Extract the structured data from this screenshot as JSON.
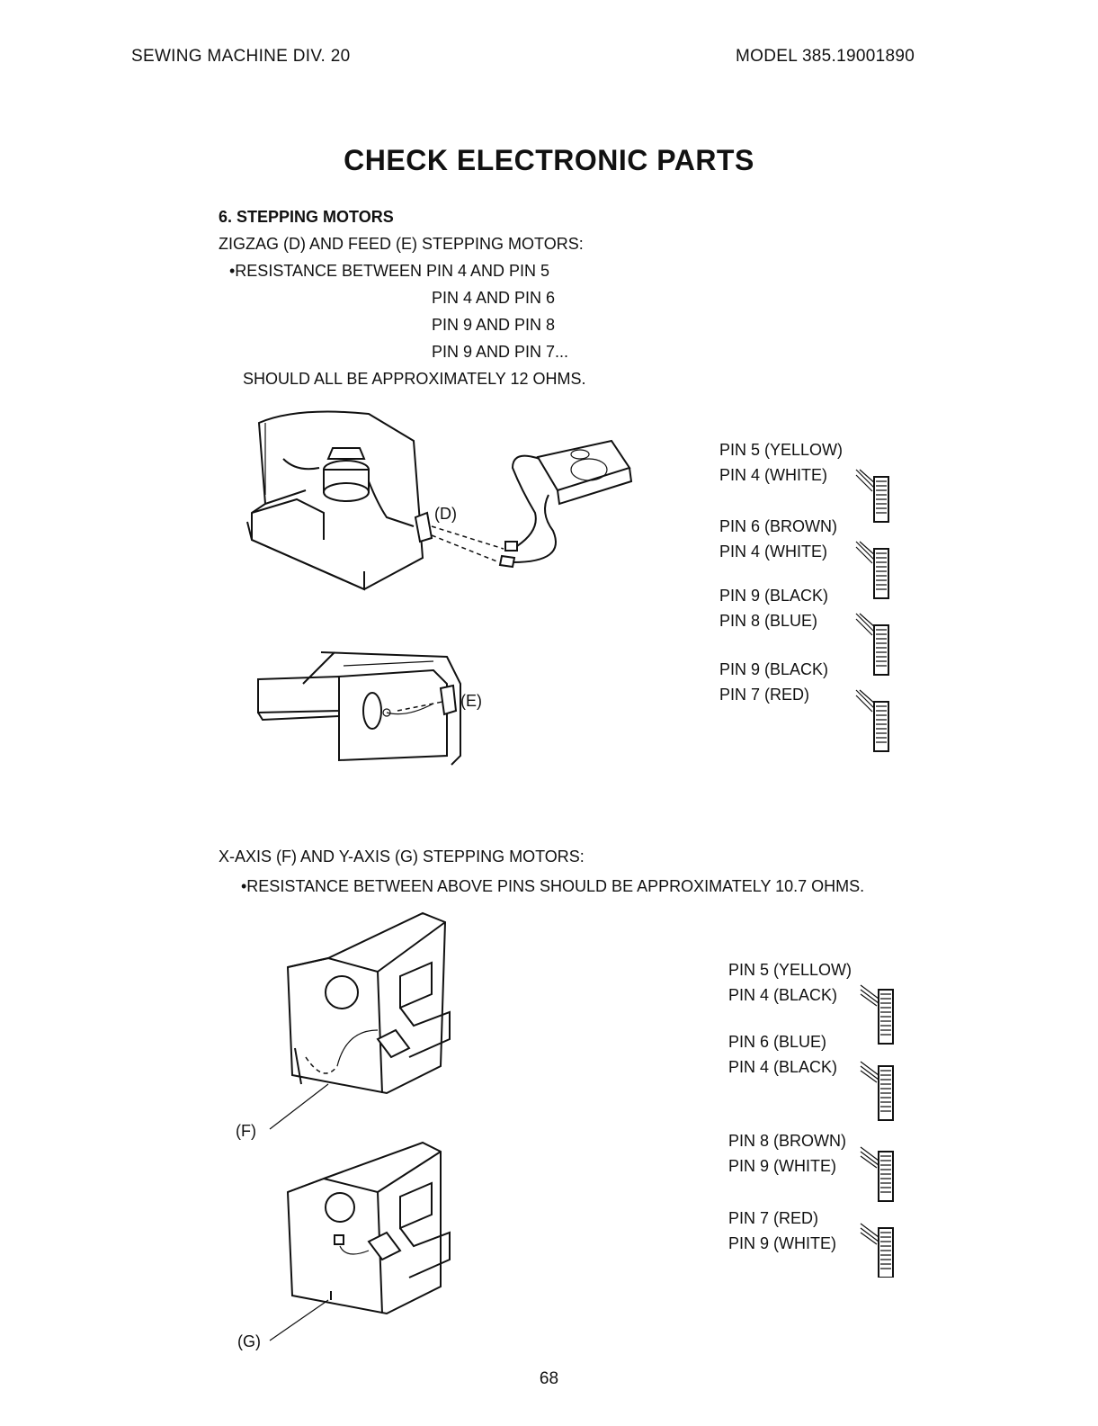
{
  "header": {
    "left": "SEWING MACHINE DIV. 20",
    "right": "MODEL 385.19001890"
  },
  "title": "CHECK ELECTRONIC PARTS",
  "section": {
    "heading": "6. STEPPING MOTORS",
    "zigzag_intro": "ZIGZAG (D) AND FEED (E) STEPPING  MOTORS:",
    "resistance_label": "•RESISTANCE BETWEEN PIN 4 AND PIN 5",
    "pairs": [
      "PIN 4 AND PIN 6",
      "PIN 9 AND PIN 8",
      "PIN 9 AND PIN 7..."
    ],
    "should_text": "SHOULD ALL BE APPROXIMATELY 12 OHMS.",
    "xy_intro": "X-AXIS (F) AND Y-AXIS (G) STEPPING MOTORS:",
    "xy_resistance": "•RESISTANCE BETWEEN ABOVE PINS SHOULD BE APPROXIMATELY 10.7 OHMS."
  },
  "figure_labels": {
    "d": "(D)",
    "e": "(E)",
    "f": "(F)",
    "g": "(G)"
  },
  "pins_top": [
    "PIN 5 (YELLOW)",
    "PIN 4 (WHITE)",
    "PIN 6 (BROWN)",
    "PIN 4 (WHITE)",
    "PIN 9 (BLACK)",
    "PIN 8 (BLUE)",
    "PIN 9 (BLACK)",
    "PIN 7 (RED)"
  ],
  "pins_bottom": [
    "PIN 5 (YELLOW)",
    "PIN 4 (BLACK)",
    "PIN 6 (BLUE)",
    "PIN 4 (BLACK)",
    "PIN 8 (BROWN)",
    "PIN 9 (WHITE)",
    "PIN 7 (RED)",
    "PIN 9 (WHITE)"
  ],
  "page_number": "68"
}
